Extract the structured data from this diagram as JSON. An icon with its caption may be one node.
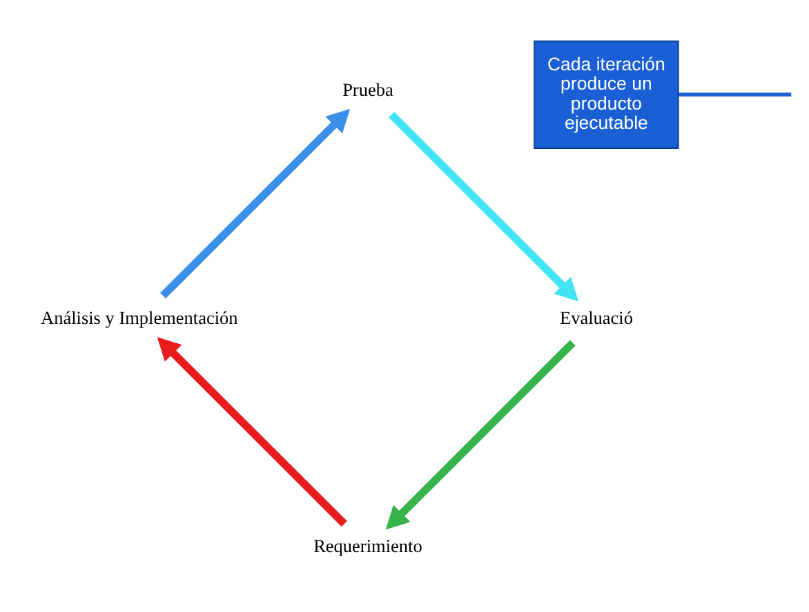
{
  "diagram": {
    "nodes": [
      {
        "text": [
          "Requerimiento"
        ]
      },
      {
        "text": [
          "Análisis y Implementación"
        ]
      },
      {
        "text": [
          "Prueba"
        ]
      },
      {
        "text": [
          "Evaluació"
        ]
      },
      {
        "text": [
          "Cada iteración produce un producto ejecutable"
        ]
      }
    ],
    "edges": [
      {
        "from": 0,
        "to": 1,
        "arrow": "to",
        "color": "#e81c1c"
      },
      {
        "from": 1,
        "to": 2,
        "arrow": "to",
        "color": "#3b8fe8"
      },
      {
        "from": 2,
        "to": 3,
        "arrow": "to",
        "color": "#40e4f2"
      },
      {
        "from": 3,
        "to": 0,
        "arrow": "to",
        "color": "#36b34a"
      },
      {
        "from": 4,
        "to": null,
        "arrow": "none",
        "color": "#1a5fd6"
      }
    ]
  }
}
